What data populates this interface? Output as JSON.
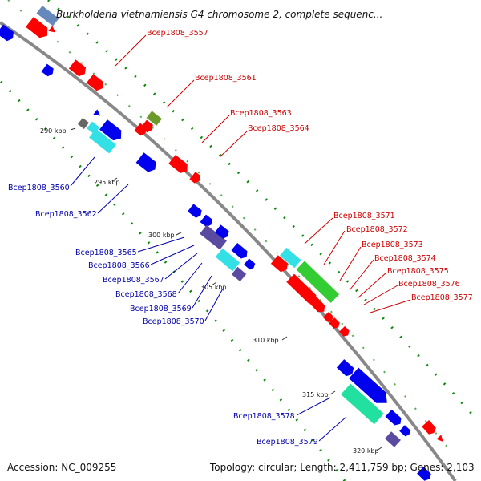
{
  "title": "Burkholderia vietnamiensis G4 chromosome 2, complete sequenc...",
  "footer": {
    "accession": "Accession: NC_009255",
    "topology": "Topology: circular; Length: 2,411,759 bp; Genes: 2,103"
  },
  "ticks": [
    "290 kbp",
    "295 kbp",
    "300 kbp",
    "305 kbp",
    "310 kbp",
    "315 kbp",
    "320 kbp"
  ],
  "labels_outer": [
    "Bcep1808_3557",
    "Bcep1808_3561",
    "Bcep1808_3563",
    "Bcep1808_3564",
    "Bcep1808_3571",
    "Bcep1808_3572",
    "Bcep1808_3573",
    "Bcep1808_3574",
    "Bcep1808_3575",
    "Bcep1808_3576",
    "Bcep1808_3577"
  ],
  "labels_inner": [
    "Bcep1808_3560",
    "Bcep1808_3562",
    "Bcep1808_3565",
    "Bcep1808_3566",
    "Bcep1808_3567",
    "Bcep1808_3568",
    "Bcep1808_3569",
    "Bcep1808_3570",
    "Bcep1808_3578",
    "Bcep1808_3579"
  ],
  "colors": {
    "backbone": "#888888",
    "forward": "#ff0000",
    "reverse": "#0000ee",
    "cyan": "#33e0e6",
    "green": "#33cc33",
    "teal": "#22e0a0",
    "purple": "#5a4aa0",
    "olive": "#6b9a2a",
    "grey": "#666666",
    "steel": "#6688bb",
    "track": "#118811"
  }
}
